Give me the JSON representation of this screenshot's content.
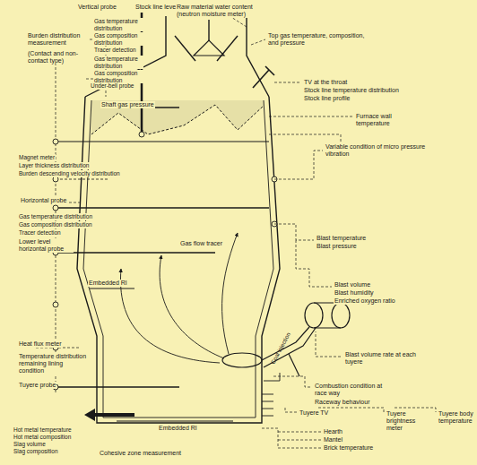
{
  "diagram": {
    "labels": [
      "Burden distribution measurement",
      "(Contact and non-contact type)",
      "Vertical probe",
      "Stock line level",
      "Gas temperature distribution",
      "Gas composition distribution",
      "Tracer detection",
      "Gas temperature distribution",
      "Gas composition distribution",
      "Raw material water content (neutron moisture meter)",
      "Top gas temperature, composition, and pressure",
      "TV at the throat",
      "Stock line temperature distribution",
      "Stock line profile",
      "Under-bell probe",
      "Furnace wall temperature",
      "Shaft gas pressure",
      "Variable condition of micro pressure vibration",
      "Magnet meter",
      "Layer thickness distribution",
      "Burden descending velocity distribution",
      "Horizontal probe",
      "Gas temperature distribution",
      "Gas composition distribution",
      "Tracer detection",
      "Lower level horizontal probe",
      "Gas flow tracer",
      "Blast temperature",
      "Blast pressure",
      "Embedded RI",
      "Blast volume",
      "Blast humidity",
      "Enriched oxygen ratio",
      "Heat flux meter",
      "Temperature distribution remaining lining condition",
      "Blast volume rate at each tuyere",
      "Coal injection",
      "Tuyere probe",
      "Combustion condition at race way",
      "Raceway behaviour",
      "Tuyere TV",
      "Tuyere brightness meter",
      "Tuyere body temperature",
      "Embedded RI",
      "Hot metal temperature",
      "Hot metal composition",
      "Slag volume",
      "Slag composition",
      "Hearth",
      "Mantel",
      "Brick temperature",
      "Cohesive zone measurement"
    ]
  }
}
